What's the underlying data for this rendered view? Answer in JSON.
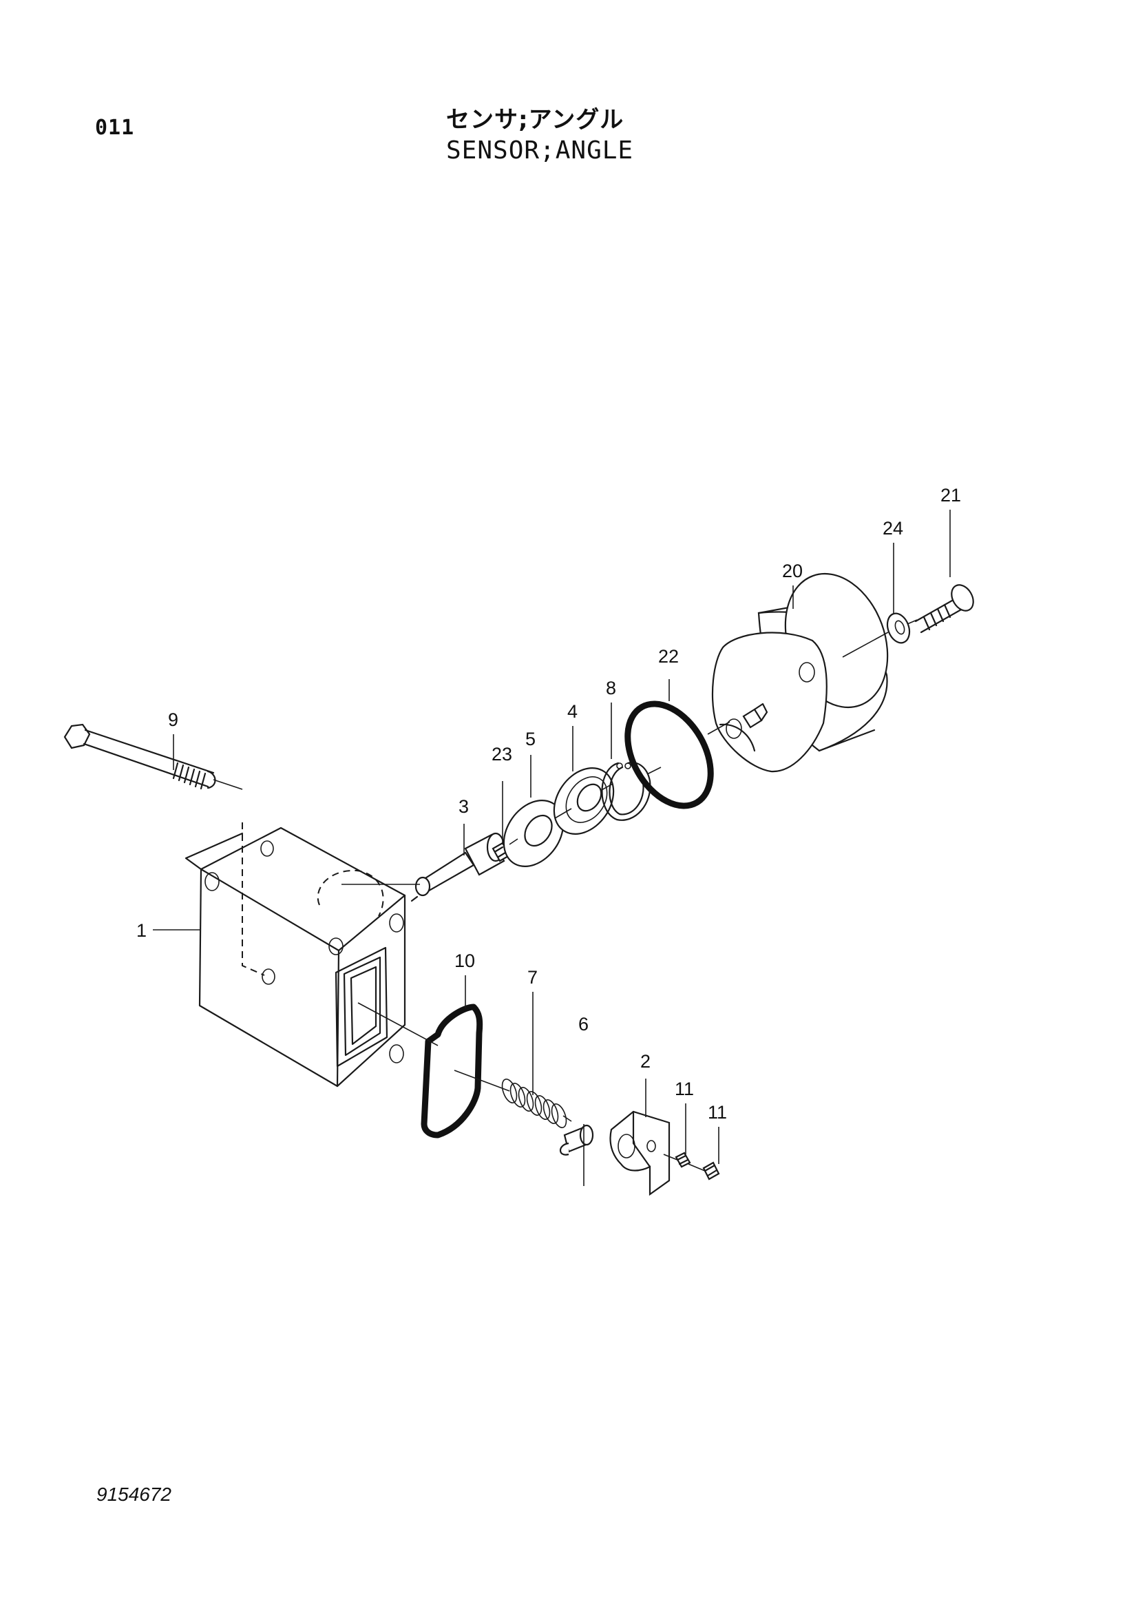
{
  "header": {
    "page_code": "011",
    "title_jp": "センサ;アングル",
    "title_en": "SENSOR;ANGLE"
  },
  "footer": {
    "drawing_number": "9154672"
  },
  "callouts": {
    "p1": "1",
    "p2": "2",
    "p3": "3",
    "p4": "4",
    "p5": "5",
    "p6": "6",
    "p7": "7",
    "p8": "8",
    "p9": "9",
    "p10": "10",
    "p11a": "11",
    "p11b": "11",
    "p20": "20",
    "p21": "21",
    "p22": "22",
    "p23": "23",
    "p24": "24"
  }
}
